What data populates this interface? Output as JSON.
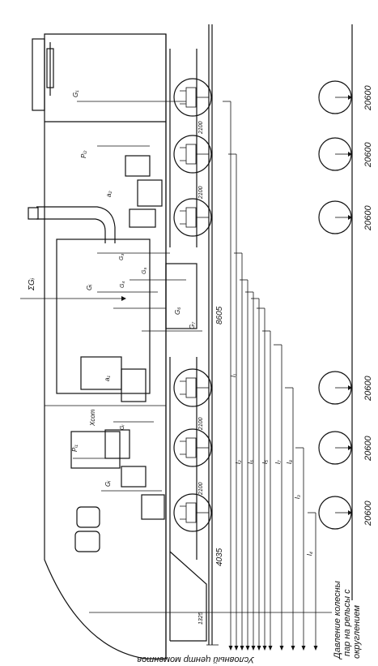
{
  "caption_left": "Условный центр моментов",
  "caption_right": "Давление колесных пар на рельсы с округлением",
  "dimensions": {
    "spacing_top_1": "2100",
    "spacing_top_2": "2100",
    "spacing_bottom_1": "2100",
    "spacing_bottom_2": "2100",
    "base": "8605",
    "front": "4035",
    "overhang": "1325"
  },
  "axle_loads": [
    "20600",
    "20600",
    "20600",
    "20600",
    "20600",
    "20600"
  ],
  "labels": {
    "sum_g": "ΣGᵢ",
    "g_top": "G₁",
    "p_top": "Pᵢ₂",
    "a2": "a₂",
    "g_sub": "G₃",
    "g_main": "Gᵢ",
    "g_a": "G₄",
    "g_b": "G₅",
    "g_c": "G₆",
    "g_d": "G₇",
    "a1": "a₁",
    "x_com": "Xcom",
    "g_low": "Gᵢ",
    "p_low": "Pᵢ₁",
    "g_bottom": "Gᵢ",
    "l1": "l₁",
    "l2": "l₂",
    "l3": "l₃",
    "l4": "l₄",
    "l5": "l₅",
    "l6": "l₆",
    "l7": "l₇",
    "l8": "l₈"
  }
}
